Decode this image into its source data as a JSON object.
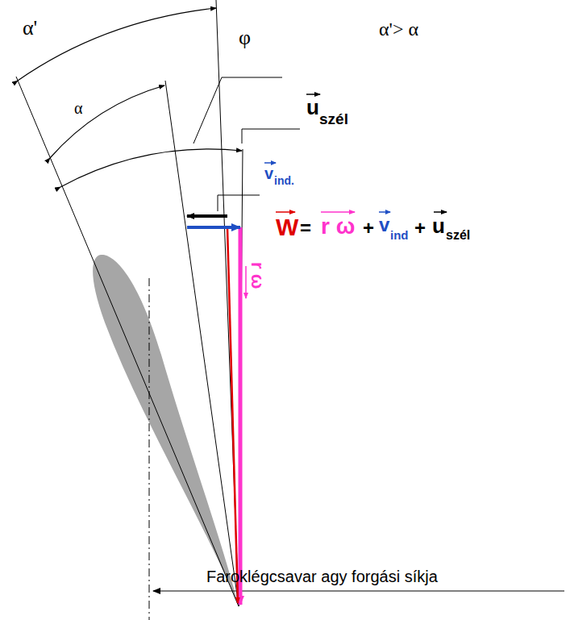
{
  "diagram": {
    "labels": [
      "α'",
      "α",
      "φ",
      "α'> α",
      "u",
      "szél",
      "v",
      "ind.",
      "W",
      "=",
      "r ω",
      "+",
      "v",
      "ind",
      "+",
      "u",
      "szél",
      "r ω",
      "Faroklégcsavar agy forgási síkja"
    ]
  }
}
